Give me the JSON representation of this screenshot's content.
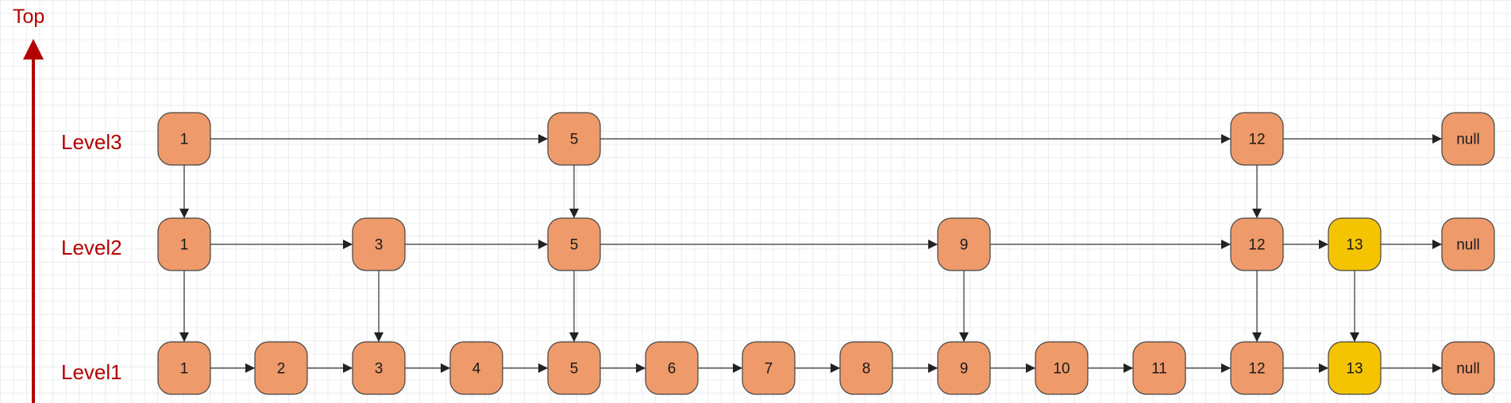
{
  "axis_label": "Top",
  "colors": {
    "node": "#ee9a6a",
    "highlight": "#f5c400",
    "accent": "#b40000"
  },
  "levels": [
    {
      "label": "Level3",
      "nodes": [
        "1",
        "5",
        "12",
        "null"
      ]
    },
    {
      "label": "Level2",
      "nodes": [
        "1",
        "3",
        "5",
        "9",
        "12",
        "13",
        "null"
      ]
    },
    {
      "label": "Level1",
      "nodes": [
        "1",
        "2",
        "3",
        "4",
        "5",
        "6",
        "7",
        "8",
        "9",
        "10",
        "11",
        "12",
        "13",
        "null"
      ]
    }
  ],
  "highlighted": [
    "13"
  ]
}
